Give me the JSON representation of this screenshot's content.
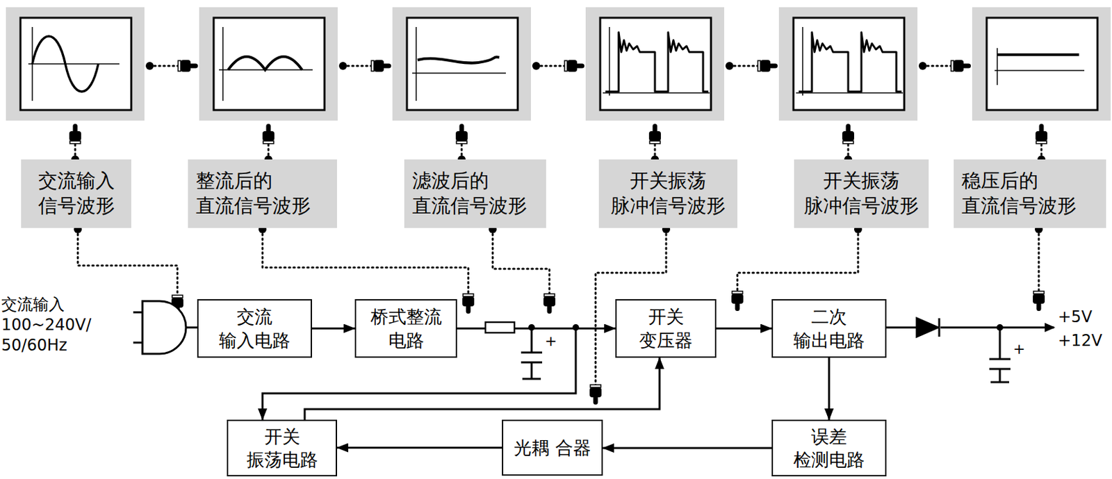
{
  "diagram": {
    "nodes": [
      {
        "text": [
          "交流输入 信号波形"
        ]
      },
      {
        "text": [
          "整流后的 直流信号波形"
        ]
      },
      {
        "text": [
          "滤波后的 直流信号波形"
        ]
      },
      {
        "text": [
          "开关振荡 脉冲信号波形"
        ]
      },
      {
        "text": [
          "开关振荡 脉冲信号波形"
        ]
      },
      {
        "text": [
          "稳压后的 直流信号波形"
        ]
      },
      {
        "text": [
          "交流 输入电路"
        ]
      },
      {
        "text": [
          "桥式整流 电路"
        ]
      },
      {
        "text": [
          "开关 变压器"
        ]
      },
      {
        "text": [
          "二次 输出电路"
        ]
      },
      {
        "text": [
          "开关 振荡电路"
        ]
      },
      {
        "text": [
          "光耦 合器"
        ]
      },
      {
        "text": [
          "误差 检测电路"
        ]
      }
    ],
    "edges": [
      {
        "from": 6,
        "to": 7,
        "arrow": "to"
      },
      {
        "from": 7,
        "to": 8,
        "arrow": "to"
      },
      {
        "from": 7,
        "to": 10,
        "arrow": "to"
      },
      {
        "from": 10,
        "to": 8,
        "arrow": "to"
      },
      {
        "from": 8,
        "to": 9,
        "arrow": "to"
      },
      {
        "from": 9,
        "to": 12,
        "arrow": "to"
      },
      {
        "from": 12,
        "to": 11,
        "arrow": "to"
      },
      {
        "from": 11,
        "to": 10,
        "arrow": "to"
      }
    ],
    "labels": [
      "交流输入 100~240V/ 50/60Hz",
      "+5V",
      "+12V",
      "+",
      "+"
    ]
  }
}
